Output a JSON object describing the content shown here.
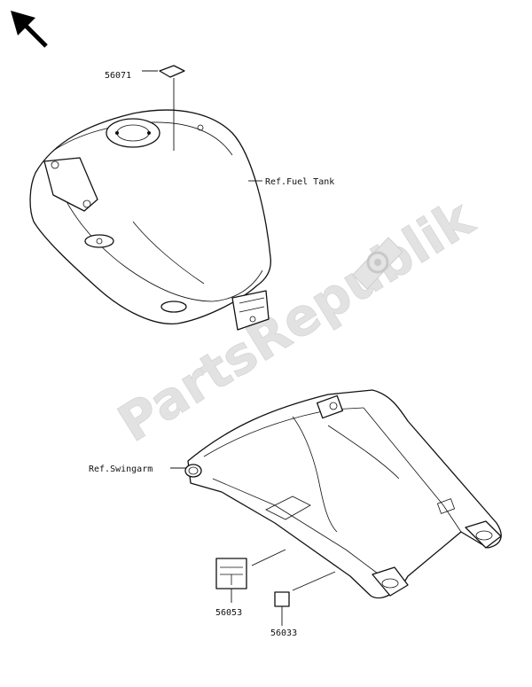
{
  "watermark": {
    "text": "PartsRepublik"
  },
  "callouts": {
    "tank_label": "56071",
    "fuel_tank_ref": "Ref.Fuel Tank",
    "swingarm_ref": "Ref.Swingarm",
    "left_label": "56053",
    "right_label": "56033"
  },
  "icons": {
    "orientation_arrow": "arrow-up-left-icon",
    "logo_gear": "gear-icon"
  },
  "colors": {
    "line": "#111111",
    "watermark": "#e2e2e2",
    "background": "#ffffff"
  }
}
